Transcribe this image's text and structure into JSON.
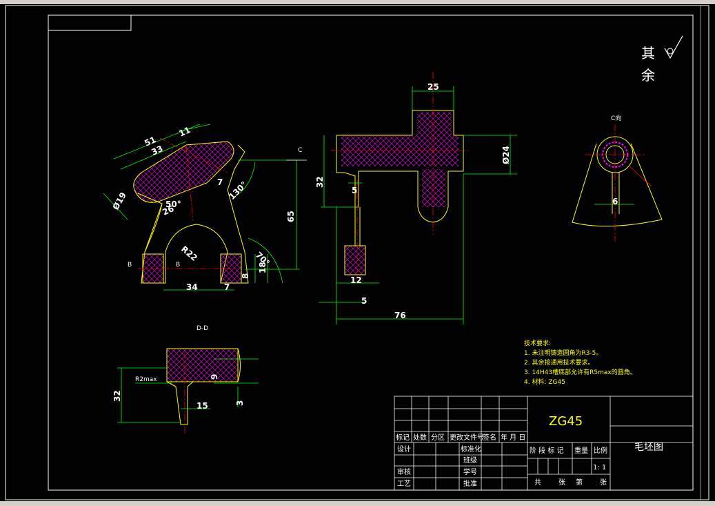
{
  "roughness": {
    "text1": "其",
    "text2": "余"
  },
  "labels": {
    "c_arrow": "C",
    "c_view": "C向",
    "section_dd": "D-D",
    "b_left": "B",
    "b_mid": "B"
  },
  "dimensions": {
    "d51": "51",
    "d33": "33",
    "d11": "11",
    "d19": "Ø19",
    "d26": "26",
    "d7a": "7",
    "d50": "50°",
    "d130": "130°",
    "d70": "70°",
    "d72": "R22",
    "d65": "65",
    "d34": "34",
    "d7b": "7",
    "d8": "8",
    "d18": "18",
    "d25": "25",
    "d24": "Ø24",
    "d32a": "32",
    "d5a": "5",
    "d12": "12",
    "d5b": "5",
    "d76": "76",
    "d6": "6",
    "r2max": "R2max",
    "d32b": "32",
    "d9": "9",
    "d15": "15",
    "d3": "3"
  },
  "notes": {
    "title": "技术要求:",
    "items": [
      "1. 未注明铸造圆角为R3-5。",
      "2. 其余按通用技术要求。",
      "3. 14H43槽底部允许有R5max的圆角。",
      "4. 材料: ZG45"
    ]
  },
  "title_block": {
    "material": "ZG45",
    "drawing_name": "毛坯图",
    "headers": [
      "标记",
      "处数",
      "分区",
      "更改文件号",
      "签名",
      "年 月 日"
    ],
    "rows_left": [
      "设计",
      "审核",
      "工艺"
    ],
    "rows_mid": [
      "标准化",
      "班级",
      "学号",
      "批准"
    ],
    "stage_headers": [
      "阶 段 标 记",
      "重量",
      "比例"
    ],
    "scale": "1: 1",
    "sheet_info": [
      "共",
      "张",
      "第",
      "张"
    ]
  },
  "colors": {
    "frame": "#00ff00",
    "outline": "#ffff00",
    "hatch": "#ff00ff",
    "center": "#ff0000",
    "dim": "#00ff00",
    "text": "#ffffff"
  }
}
